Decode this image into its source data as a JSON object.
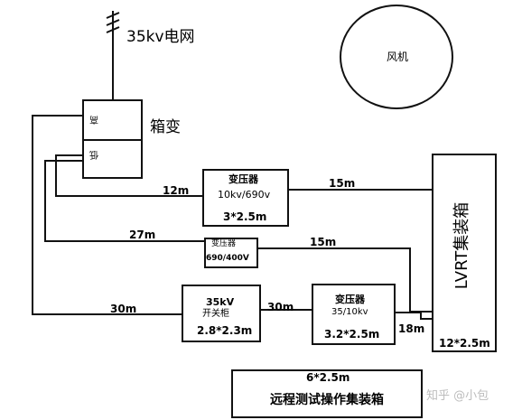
{
  "grid": {
    "label": "35kv电网"
  },
  "box_transformer": {
    "label": "箱变",
    "upper_mark": "高",
    "lower_mark": "低"
  },
  "wind_turbine": {
    "label": "风机"
  },
  "transformer_1": {
    "title": "变压器",
    "rating": "10kv/690v",
    "size": "3*2.5m"
  },
  "transformer_2": {
    "title": "变压器",
    "rating": "690/400V"
  },
  "switchgear": {
    "title": "35kV",
    "subtitle": "开关柜",
    "size": "2.8*2.3m"
  },
  "transformer_3": {
    "title": "变压器",
    "rating": "35/10kv",
    "size": "3.2*2.5m"
  },
  "lvrt_box": {
    "label": "LVRT集装箱",
    "size": "12*2.5m"
  },
  "control_box": {
    "size": "6*2.5m",
    "label": "远程测试操作集装箱"
  },
  "cable_lengths": {
    "box_to_t1": "12m",
    "t1_to_lvrt": "15m",
    "box_to_t2": "27m",
    "t2_to_lvrt": "15m",
    "box_to_switchgear": "30m",
    "switchgear_to_t3": "30m",
    "t3_to_lvrt": "18m"
  },
  "watermark": "知乎 @小包"
}
